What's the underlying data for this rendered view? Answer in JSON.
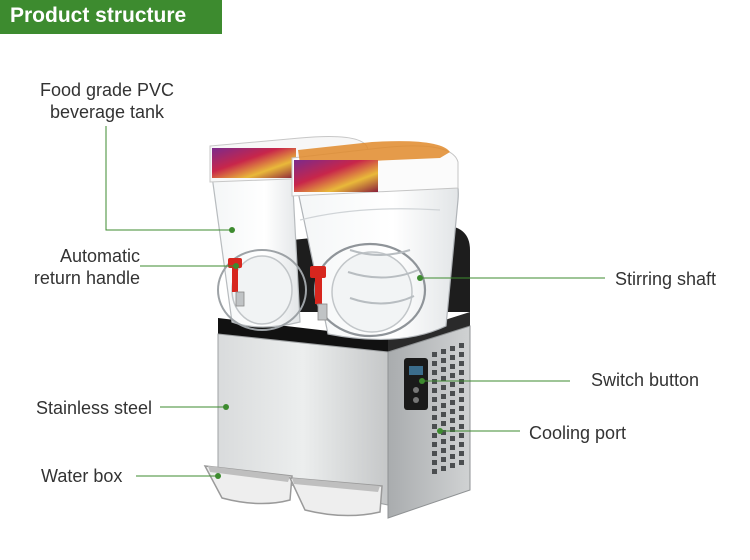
{
  "header": {
    "title": "Product structure"
  },
  "callouts": {
    "tank": {
      "line1": "Food grade PVC",
      "line2": "beverage tank"
    },
    "handle": {
      "line1": "Automatic",
      "line2": "return handle"
    },
    "steel": {
      "label": "Stainless steel"
    },
    "water_box": {
      "label": "Water box"
    },
    "shaft": {
      "label": "Stirring shaft"
    },
    "switch": {
      "label": "Switch button"
    },
    "cooling": {
      "label": "Cooling port"
    }
  },
  "colors": {
    "banner": "#3d8b2f",
    "leader": "#3d8b2f",
    "steel": "#c9cbcc",
    "dark": "#1c1c1c",
    "handle": "#d7261e"
  }
}
